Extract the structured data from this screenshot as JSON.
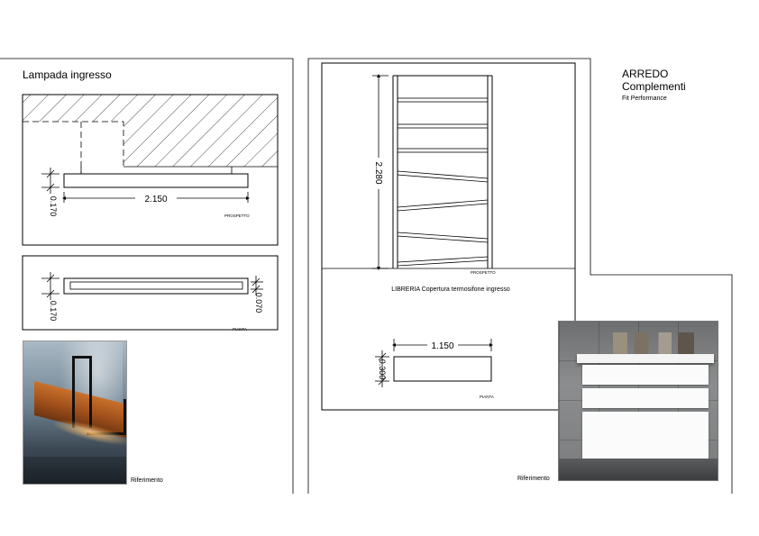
{
  "left_panel": {
    "title": "Lampada ingresso",
    "prospetto": {
      "label": "PROSPETTO",
      "dim_length": "2.150",
      "dim_height": "0.170"
    },
    "pianta": {
      "label": "PIANTA",
      "dim_height_left": "0.170",
      "dim_height_right": "0.070"
    },
    "photo_caption": "Riferimento"
  },
  "right_panel": {
    "title_line1": "ARREDO",
    "title_line2": "Complementi",
    "brand": "Fit Performance",
    "prospetto": {
      "label": "PROSPETTO",
      "dim_height": "2.280"
    },
    "caption": "LIBRERIA Copertura termosifone ingresso",
    "pianta": {
      "label": "PIANTA",
      "dim_length": "1.150",
      "dim_depth": "0.300"
    },
    "photo_caption": "Riferimento"
  }
}
